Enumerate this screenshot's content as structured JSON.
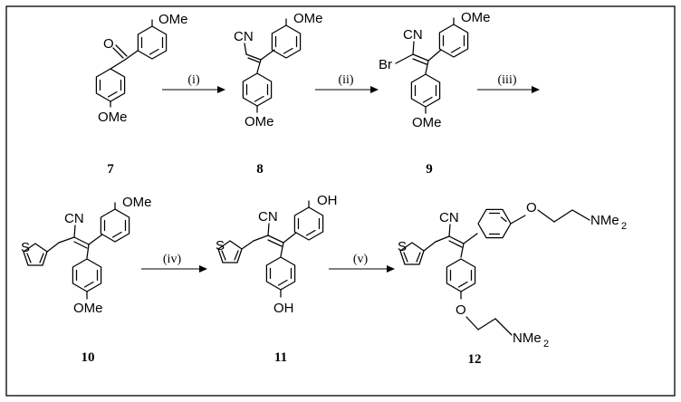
{
  "steps": [
    "(i)",
    "(ii)",
    "(iii)",
    "(iv)",
    "(v)"
  ],
  "compounds": [
    "7",
    "8",
    "9",
    "10",
    "11",
    "12"
  ],
  "atoms": {
    "o": "O",
    "s": "S",
    "br": "Br",
    "cn": "CN",
    "ome": "OMe",
    "oh": "OH",
    "nme": "NMe",
    "sub2": "2"
  }
}
